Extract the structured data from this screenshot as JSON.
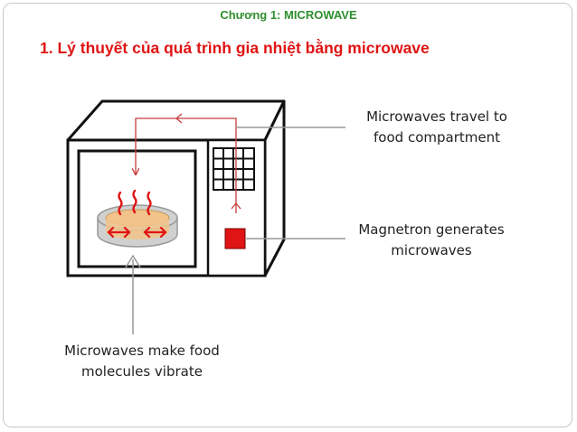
{
  "slide": {
    "chapter_title": "Chương 1: MICROWAVE",
    "heading": "1. Lý thuyết của quá trình gia nhiệt bằng microwave"
  },
  "diagram": {
    "labels": {
      "travel": [
        "Microwaves travel to",
        "food compartment"
      ],
      "magnetron": [
        "Magnetron generates",
        "microwaves"
      ],
      "vibrate": [
        "Microwaves make food",
        "molecules vibrate"
      ]
    },
    "colors": {
      "title_green": "#2f8f2f",
      "heading_red": "#e01414",
      "wave_red": "#e01414",
      "path_red": "#c83c3c",
      "food": "#f2c48c",
      "dish": "#d0d0d0",
      "outline": "#111111",
      "pointer": "#999999"
    }
  }
}
